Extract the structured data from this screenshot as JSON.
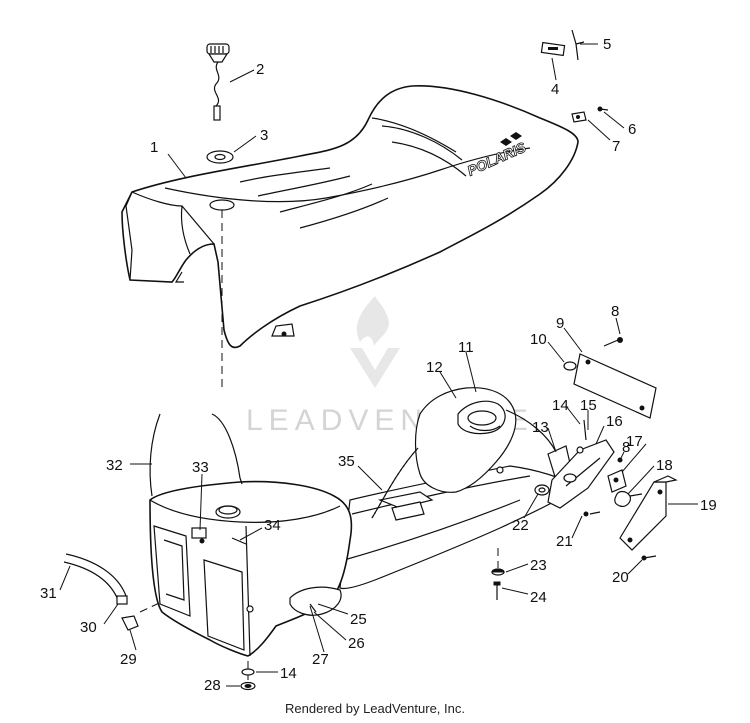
{
  "diagram": {
    "watermark": "LEADVENTURE",
    "footer": "Rendered by LeadVenture, Inc.",
    "seat_logo": "POLARIS",
    "callouts": [
      "1",
      "2",
      "3",
      "4",
      "5",
      "6",
      "7",
      "8",
      "9",
      "10",
      "11",
      "12",
      "13",
      "14",
      "15",
      "16",
      "17",
      "18",
      "19",
      "20",
      "21",
      "22",
      "23",
      "24",
      "25",
      "26",
      "27",
      "28",
      "29",
      "30",
      "31",
      "32",
      "33",
      "34",
      "35"
    ],
    "callout_8_second": "8",
    "callout_14_second": "14"
  }
}
